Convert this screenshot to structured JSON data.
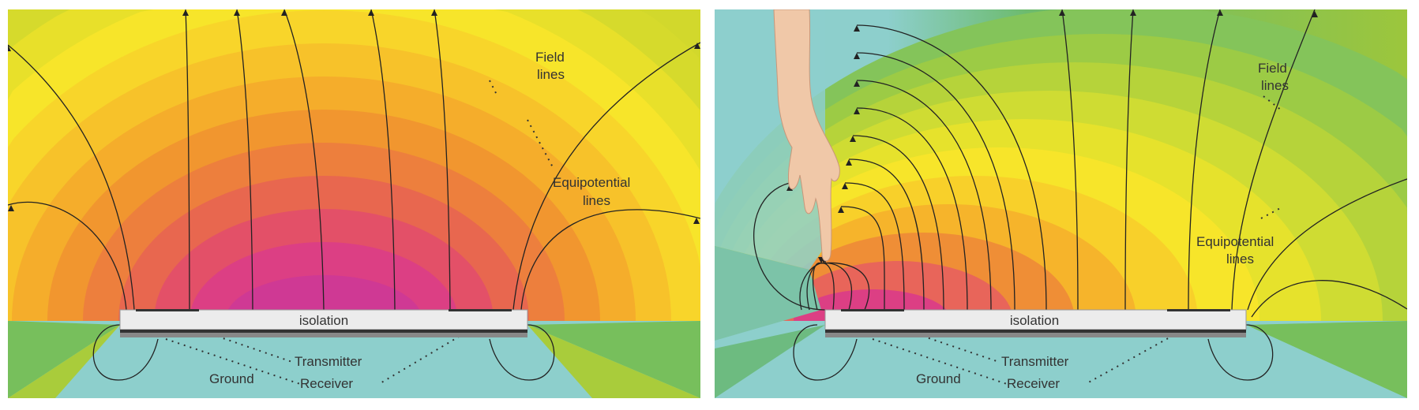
{
  "left_panel": {
    "board_label": "isolation",
    "labels": {
      "field_lines": [
        "Field",
        "lines"
      ],
      "equipotential_lines": [
        "Equipotential",
        "lines"
      ],
      "transmitter": "Transmitter",
      "receiver": "Receiver",
      "ground": "Ground"
    }
  },
  "right_panel": {
    "board_label": "isolation",
    "labels": {
      "field_lines": [
        "Field",
        "lines"
      ],
      "equipotential_lines": [
        "Equipotential",
        "lines"
      ],
      "transmitter": "Transmitter",
      "receiver": "Receiver",
      "ground": "Ground"
    }
  },
  "colors": {
    "magenta": "#d23c92",
    "orange": "#f0952e",
    "yellow": "#f7e52a",
    "green": "#78bf5a",
    "teal": "#8dcfcc"
  }
}
